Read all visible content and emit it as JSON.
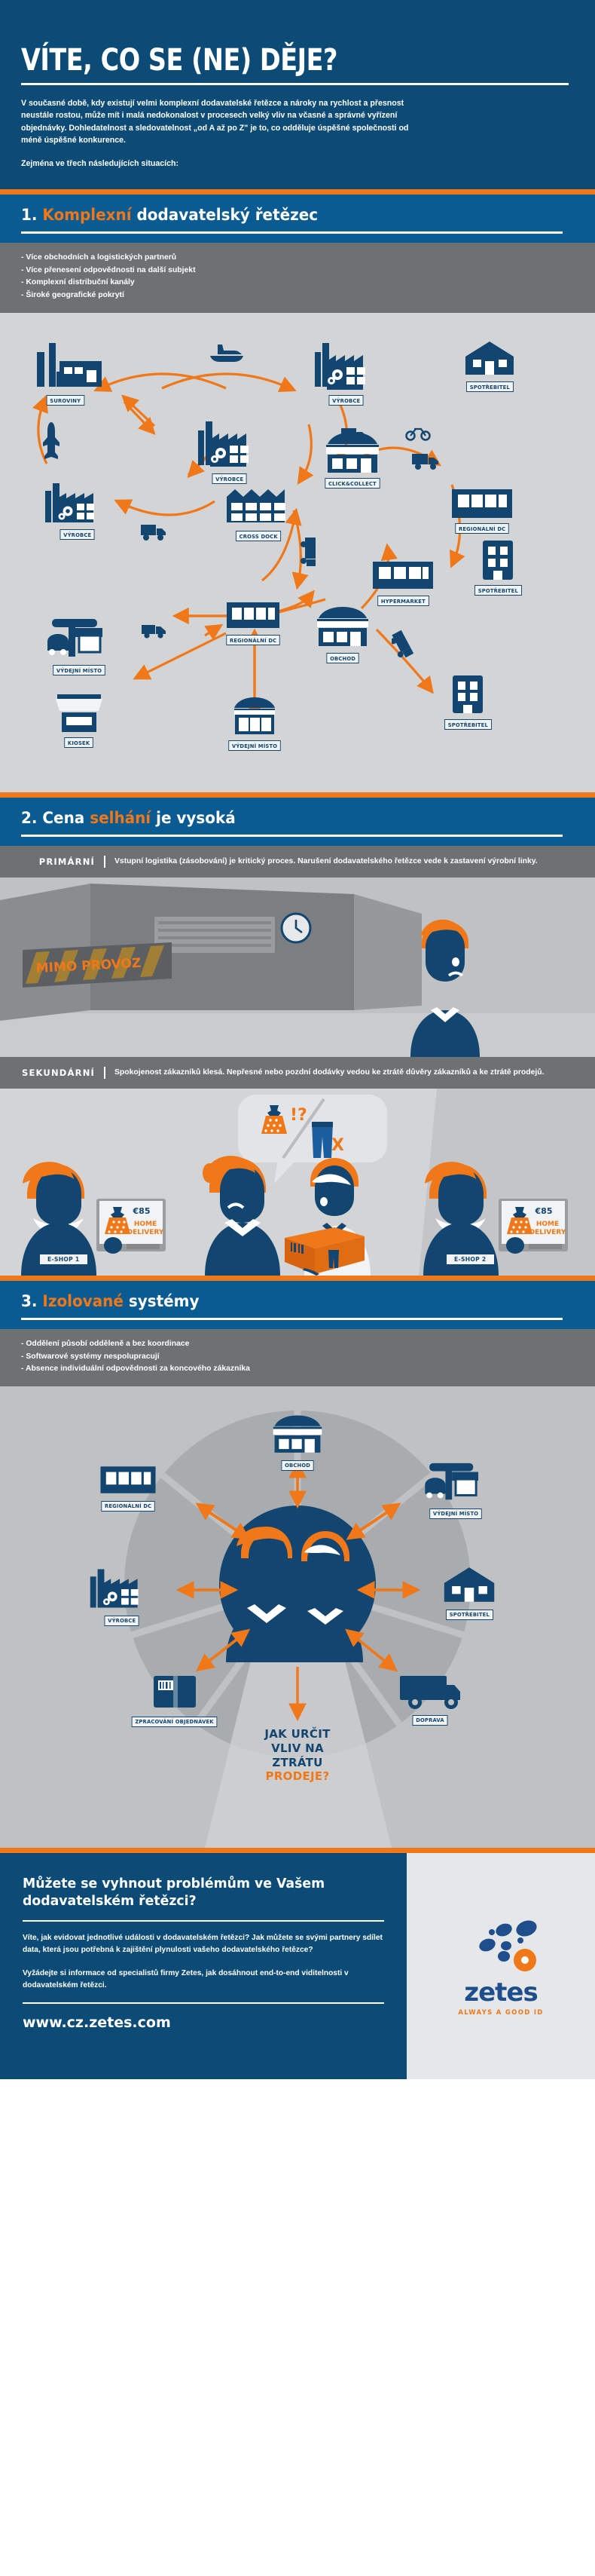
{
  "hero": {
    "title": "VÍTE, CO SE (NE) DĚJE?",
    "paragraph": "V současné době, kdy existují velmi komplexní dodavatelské řetězce a nároky na rychlost a přesnost neustále rostou, může mít i malá nedokonalost v procesech velký vliv na včasné a správné vyřízení objednávky. Dohledatelnost a sledovatelnost „od A až po Z\" je to, co odděluje úspěšné společnosti od méně úspěšné konkurence.",
    "lead_in": "Zejména ve třech následujících situacích:"
  },
  "section1": {
    "number": "1.",
    "highlight": "Komplexní",
    "rest": "dodavatelský řetězec",
    "bullets": [
      "- Více obchodních a logistických partnerů",
      "- Více přenesení odpovědnosti na další subjekt",
      "- Komplexní distribuční kanály",
      "- Široké geografické pokrytí"
    ],
    "nodes": [
      {
        "id": "suroviny",
        "label": "SUROVINY",
        "icon": "factory-icon"
      },
      {
        "id": "vyrobce-1",
        "label": "VÝROBCE",
        "icon": "factory-gears-icon"
      },
      {
        "id": "vyrobce-2",
        "label": "VÝROBCE",
        "icon": "factory-gears-icon"
      },
      {
        "id": "vyrobce-3",
        "label": "VÝROBCE",
        "icon": "factory-gears-icon"
      },
      {
        "id": "cross-dock",
        "label": "CROSS DOCK",
        "icon": "warehouse-icon"
      },
      {
        "id": "regionalni-dc-1",
        "label": "REGIONÁLNÍ DC",
        "icon": "dc-icon"
      },
      {
        "id": "regionalni-dc-2",
        "label": "REGIONÁLNÍ DC",
        "icon": "dc-icon"
      },
      {
        "id": "hypermarket",
        "label": "HYPERMARKET",
        "icon": "hypermarket-icon"
      },
      {
        "id": "obchod",
        "label": "OBCHOD",
        "icon": "shop-icon"
      },
      {
        "id": "click-collect",
        "label": "CLICK&COLLECT",
        "icon": "shop-awning-icon"
      },
      {
        "id": "spotrebitel-1",
        "label": "SPOTŘEBITEL",
        "icon": "house-icon"
      },
      {
        "id": "spotrebitel-2",
        "label": "SPOTŘEBITEL",
        "icon": "apartment-icon"
      },
      {
        "id": "spotrebitel-3",
        "label": "SPOTŘEBITEL",
        "icon": "apartment-icon"
      },
      {
        "id": "vydejni-misto-1",
        "label": "VÝDEJNÍ MÍSTO",
        "icon": "pickup-point-icon"
      },
      {
        "id": "vydejni-misto-2",
        "label": "VÝDEJNÍ MÍSTO",
        "icon": "locker-icon"
      },
      {
        "id": "kiosek",
        "label": "KIOSEK",
        "icon": "kiosk-icon"
      }
    ],
    "transport_icons": [
      "ship-icon",
      "plane-icon",
      "truck-icon",
      "van-icon",
      "bicycle-icon"
    ]
  },
  "section2": {
    "number": "2.",
    "pre": "Cena",
    "highlight": "selhání",
    "rest": "je vysoká",
    "primary": {
      "label": "PRIMÁRNÍ",
      "text": "Vstupní logistika (zásobování) je kritický proces. Narušení dodavatelského řetězce vede k zastavení výrobní linky."
    },
    "secondary": {
      "label": "SEKUNDÁRNÍ",
      "text": "Spokojenost zákazníků klesá. Nepřesné nebo pozdní dodávky vedou ke ztrátě důvěry zákazníků a ke ztrátě prodejů."
    },
    "factory_sign": "MIMO PROVOZ",
    "eshop_labels": [
      "E-SHOP 1",
      "E-SHOP 2"
    ],
    "screen_price": "€85",
    "screen_line1": "HOME",
    "screen_line2": "DELIVERY",
    "bubble_marks": "!?",
    "bubble_cross": "X"
  },
  "section3": {
    "number": "3.",
    "highlight": "Izolované",
    "rest": "systémy",
    "bullets": [
      "- Oddělení působí odděleně a bez koordinace",
      "- Softwarové systémy nespolupracují",
      "- Absence individuální odpovědnosti za koncového zákazníka"
    ],
    "wheel_nodes": [
      {
        "id": "obchod",
        "label": "OBCHOD",
        "icon": "shop-icon"
      },
      {
        "id": "vydejni-misto",
        "label": "VÝDEJNÍ MÍSTO",
        "icon": "pickup-point-icon"
      },
      {
        "id": "spotrebitel",
        "label": "SPOTŘEBITEL",
        "icon": "house-icon"
      },
      {
        "id": "doprava",
        "label": "DOPRAVA",
        "icon": "truck-icon"
      },
      {
        "id": "zpracovani",
        "label": "ZPRACOVÁNÍ OBJEDNÁVEK",
        "icon": "parcel-icon"
      },
      {
        "id": "vyrobce",
        "label": "VÝROBCE",
        "icon": "factory-gears-icon"
      },
      {
        "id": "regionalni-dc",
        "label": "REGIONÁLNÍ DC",
        "icon": "dc-icon"
      }
    ],
    "question_lines": [
      "JAK URČIT",
      "VLIV NA",
      "ZTRÁTU",
      "PRODEJE?"
    ]
  },
  "footer": {
    "heading": "Můžete se vyhnout problémům ve Vašem dodavatelském řetězci?",
    "paragraph1": "Víte, jak evidovat jednotlivé události v dodavatelském řetězci? Jak můžete se svými partnery sdílet data, která jsou potřebná k zajištění plynulosti vašeho dodavatelského řetězce?",
    "paragraph2": "Vyžádejte si informace od specialistů firmy Zetes, jak dosáhnout end-to-end viditelnosti v dodavatelském řetězci.",
    "url": "www.cz.zetes.com",
    "logo_word": "zetes",
    "logo_tagline": "ALWAYS A GOOD ID"
  },
  "colors": {
    "brand_blue": "#0d4b77",
    "section_blue": "#0b5b93",
    "orange": "#f07818",
    "grey_strip": "#6e7174",
    "canvas_grey": "#d2d4d6",
    "icon_blue": "#12456f"
  }
}
